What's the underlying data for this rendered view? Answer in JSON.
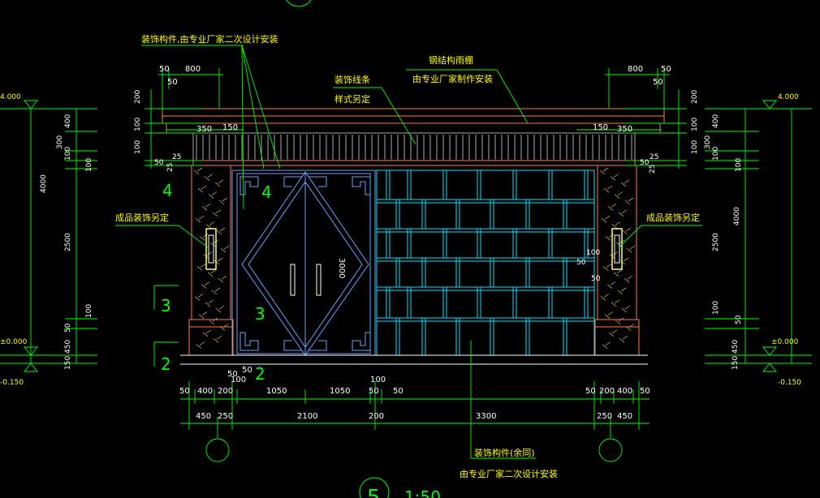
{
  "colors": {
    "background": "#000000",
    "dimension": "#00ff00",
    "outline": "#ff7f3f",
    "infill_cyan": "#00e5ff",
    "door_blue": "#6fa0ff",
    "wall_hatch": "#c9a06a",
    "annotation_text": "#ffff00",
    "white": "#ffffff"
  },
  "annotations": {
    "top_ornament": "装饰构件,由专业厂家二次设计安装",
    "trim_line1": "装饰线条",
    "trim_line2": "样式另定",
    "canopy_line1": "钢结构雨棚",
    "canopy_line2": "由专业厂家制作安装",
    "left_fixture": "成品装饰另定",
    "right_fixture": "成品装饰另定",
    "bottom_line1": "装饰构件(余同)",
    "bottom_line2": "由专业厂家二次设计安装",
    "door_height": "3000"
  },
  "elevations": {
    "left_top": "4.000",
    "left_zero": "±0.000",
    "left_bottom": "-0.150",
    "right_top": "4.000",
    "right_zero": "±0.000",
    "right_bottom": "-0.150"
  },
  "top_dims": {
    "left_50": "50",
    "left_800": "800",
    "left_50b": "50",
    "right_800": "800",
    "right_50": "50",
    "right_50b": "50",
    "left_350": "350",
    "left_150": "150",
    "right_150": "150",
    "right_350": "350"
  },
  "side_dims_left": {
    "d200": "200",
    "d100a": "100",
    "d100b": "100",
    "d50": "50",
    "d25a": "25",
    "d25b": "25",
    "t400": "400",
    "t300": "300",
    "t100a": "100",
    "t100b": "100",
    "total": "4000",
    "t2500": "2500",
    "t100c": "100",
    "t50": "50",
    "t450": "450",
    "t150": "150"
  },
  "side_dims_right": {
    "d200": "200",
    "d100a": "100",
    "d100b": "100",
    "d50": "50",
    "d25a": "25",
    "d25b": "25",
    "t400": "400",
    "t300": "300",
    "t100a": "100",
    "t100b": "100",
    "total": "4000",
    "t2500": "2500",
    "t100c": "100",
    "t50": "50",
    "t450": "450",
    "t150": "150"
  },
  "inner_dims": {
    "d100": "100",
    "d50a": "50",
    "d50b": "50"
  },
  "bottom_row1": [
    "50",
    "400",
    "200",
    "100",
    "1050",
    "1050",
    "100",
    "50",
    "50",
    "50",
    "200",
    "400",
    "50"
  ],
  "bottom_row0": [
    "50",
    "50"
  ],
  "bottom_row2": [
    "450",
    "250",
    "2100",
    "200",
    "3300",
    "250",
    "450"
  ],
  "section_marks": {
    "left_4": "4",
    "left_3": "3",
    "left_2": "2",
    "door_4": "4",
    "door_3": "3",
    "door_2": "2"
  },
  "title": {
    "number": "5",
    "scale": "1:50"
  }
}
